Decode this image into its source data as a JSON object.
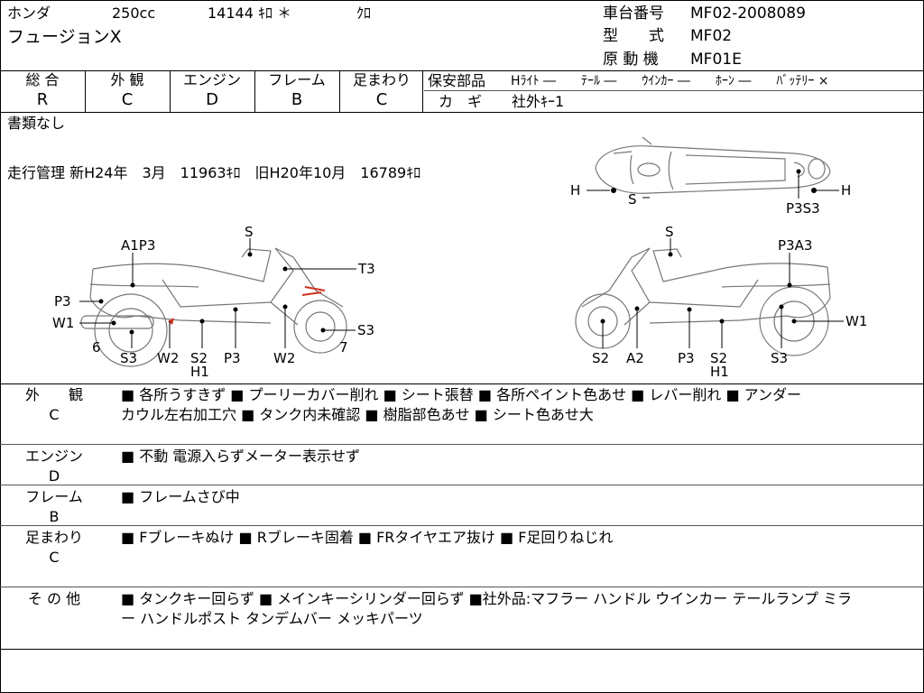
{
  "header": {
    "maker": "ホンダ",
    "displacement": "250cc",
    "mileage": "14144 ｷﾛ ＊",
    "color": "ｸﾛ",
    "model_name": "フュージョンX",
    "frame_no_label": "車台番号",
    "frame_no": "MF02-2008089",
    "type_label": "型　　式",
    "type_value": "MF02",
    "engine_label": "原 動 機",
    "engine_value": "MF01E"
  },
  "grades": [
    {
      "label": "総 合",
      "value": "R"
    },
    {
      "label": "外 観",
      "value": "C"
    },
    {
      "label": "エンジン",
      "value": "D"
    },
    {
      "label": "フレーム",
      "value": "B"
    },
    {
      "label": "足まわり",
      "value": "C"
    }
  ],
  "safety": {
    "label": "保安部品",
    "items": "Hﾗｲﾄ ―　　ﾃｰﾙ ―　　ｳｲﾝｶｰ ―　　ﾎｰﾝ ―　　ﾊﾞｯﾃﾘｰ ×",
    "key_label": "カ　ギ",
    "key_value": "社外ｷｰ1"
  },
  "notes": {
    "documents": "書類なし",
    "mileage_history": "走行管理 新H24年　3月　11963ｷﾛ　旧H20年10月　16789ｷﾛ"
  },
  "diagram": {
    "top_labels": {
      "h_left": "H",
      "s": "S",
      "p3s3": "P3S3",
      "h_right": "H"
    },
    "left_labels": {
      "s": "S",
      "a1p3": "A1P3",
      "t3": "T3",
      "p3": "P3",
      "w1": "W1",
      "n6": "6",
      "s3": "S3",
      "w2a": "W2",
      "s2": "S2",
      "h1": "H1",
      "p3b": "P3",
      "w2b": "W2",
      "n7": "7"
    },
    "right_labels": {
      "s": "S",
      "p3a3": "P3A3",
      "w1": "W1",
      "s2": "S2",
      "a2": "A2",
      "p3": "P3",
      "s2b": "S2",
      "h1": "H1",
      "s3": "S3"
    }
  },
  "remarks": [
    {
      "head1": "外　　観",
      "head2": "C",
      "lines": [
        "■ 各所うすきず ■ プーリーカバー削れ ■ シート張替 ■ 各所ペイント色あせ ■ レバー削れ ■ アンダー",
        "カウル左右加工穴 ■ タンク内未確認 ■ 樹脂部色あせ ■ シート色あせ大"
      ]
    },
    {
      "head1": "エンジン",
      "head2": "D",
      "lines": [
        "■ 不動 電源入らずメーター表示せず"
      ]
    },
    {
      "head1": "フレーム",
      "head2": "B",
      "lines": [
        "■ フレームさび中"
      ]
    },
    {
      "head1": "足まわり",
      "head2": "C",
      "lines": [
        "■ Fブレーキぬけ ■ Rブレーキ固着 ■ FRタイヤエア抜け ■ F足回りねじれ"
      ]
    },
    {
      "head1": "そ の 他",
      "head2": "",
      "lines": [
        "■ タンクキー回らず ■ メインキーシリンダー回らず ■社外品:マフラー ハンドル ウインカー テールランプ ミラ",
        "ー ハンドルポスト タンデムバー メッキパーツ"
      ]
    }
  ],
  "colors": {
    "damage_mark": "#d0311e",
    "line": "#000000",
    "sketch": "#777777"
  }
}
